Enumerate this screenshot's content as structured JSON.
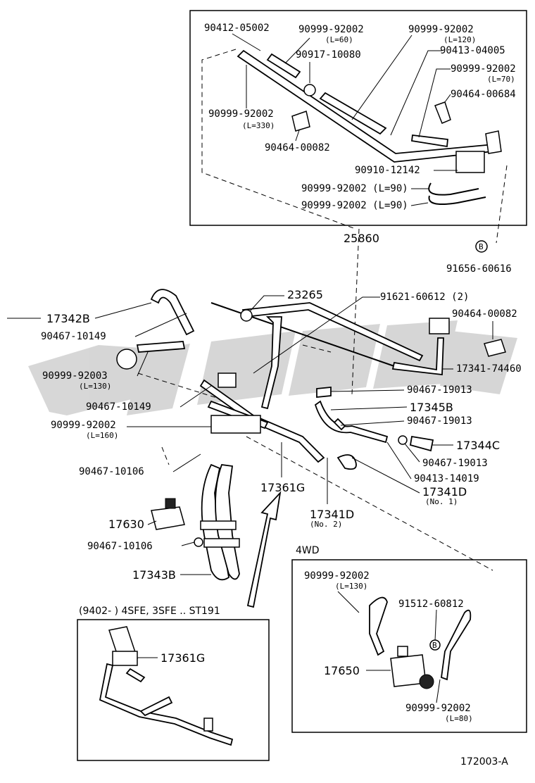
{
  "watermark": {
    "color": "#c8c8c8"
  },
  "diagram_id": "172003-A",
  "boxes": {
    "top_ref": "25860",
    "fourwd_title": "4WD",
    "variant_title": "(9402-          ) 4SFE, 3SFE .. ST191"
  },
  "labels": {
    "p90412_05002": "90412-05002",
    "p90999_92002_a": "90999-92002",
    "p90999_92002_a_len": "(L=60)",
    "p90999_92002_b": "90999-92002",
    "p90999_92002_b_len": "(L=120)",
    "p90917_10080": "90917-10080",
    "p90413_04005": "90413-04005",
    "p90999_92002_c": "90999-92002",
    "p90999_92002_c_len": "(L=70)",
    "p90464_00684": "90464-00684",
    "p90999_92002_d": "90999-92002",
    "p90999_92002_d_len": "(L=330)",
    "p90464_00082_a": "90464-00082",
    "p90910_12142": "90910-12142",
    "p90999_92002_e": "90999-92002 (L=90)",
    "p90999_92002_f": "90999-92002 (L=90)",
    "ref_b": "B",
    "p91656_60616": "91656-60616",
    "p23265": "23265",
    "p91621_60612": "91621-60612 (2)",
    "p17342b": "17342B",
    "p90467_10149_a": "90467-10149",
    "p90464_00082_b": "90464-00082",
    "p90999_92003": "90999-92003",
    "p90999_92003_len": "(L=130)",
    "p17341_74460": "17341-74460",
    "p90467_19013_a": "90467-19013",
    "p90467_10149_b": "90467-10149",
    "p17345b": "17345B",
    "p90999_92002_g": "90999-92002",
    "p90999_92002_g_len": "(L=160)",
    "p90467_19013_b": "90467-19013",
    "p17344c": "17344C",
    "p90467_10106_a": "90467-10106",
    "p90467_19013_c": "90467-19013",
    "p90413_14019": "90413-14019",
    "p17361g_a": "17361G",
    "p17341d_a": "17341D",
    "p17341d_a_sub": "(No. 1)",
    "p17341d_b": "17341D",
    "p17341d_b_sub": "(No. 2)",
    "p17630": "17630",
    "p90467_10106_b": "90467-10106",
    "p17343b": "17343B",
    "p90999_92002_h": "90999-92002",
    "p90999_92002_h_len": "(L=130)",
    "p91512_60812": "91512-60812",
    "ref_b2": "B",
    "p17650": "17650",
    "p90999_92002_i": "90999-92002",
    "p90999_92002_i_len": "(L=80)",
    "p17361g_b": "17361G"
  }
}
